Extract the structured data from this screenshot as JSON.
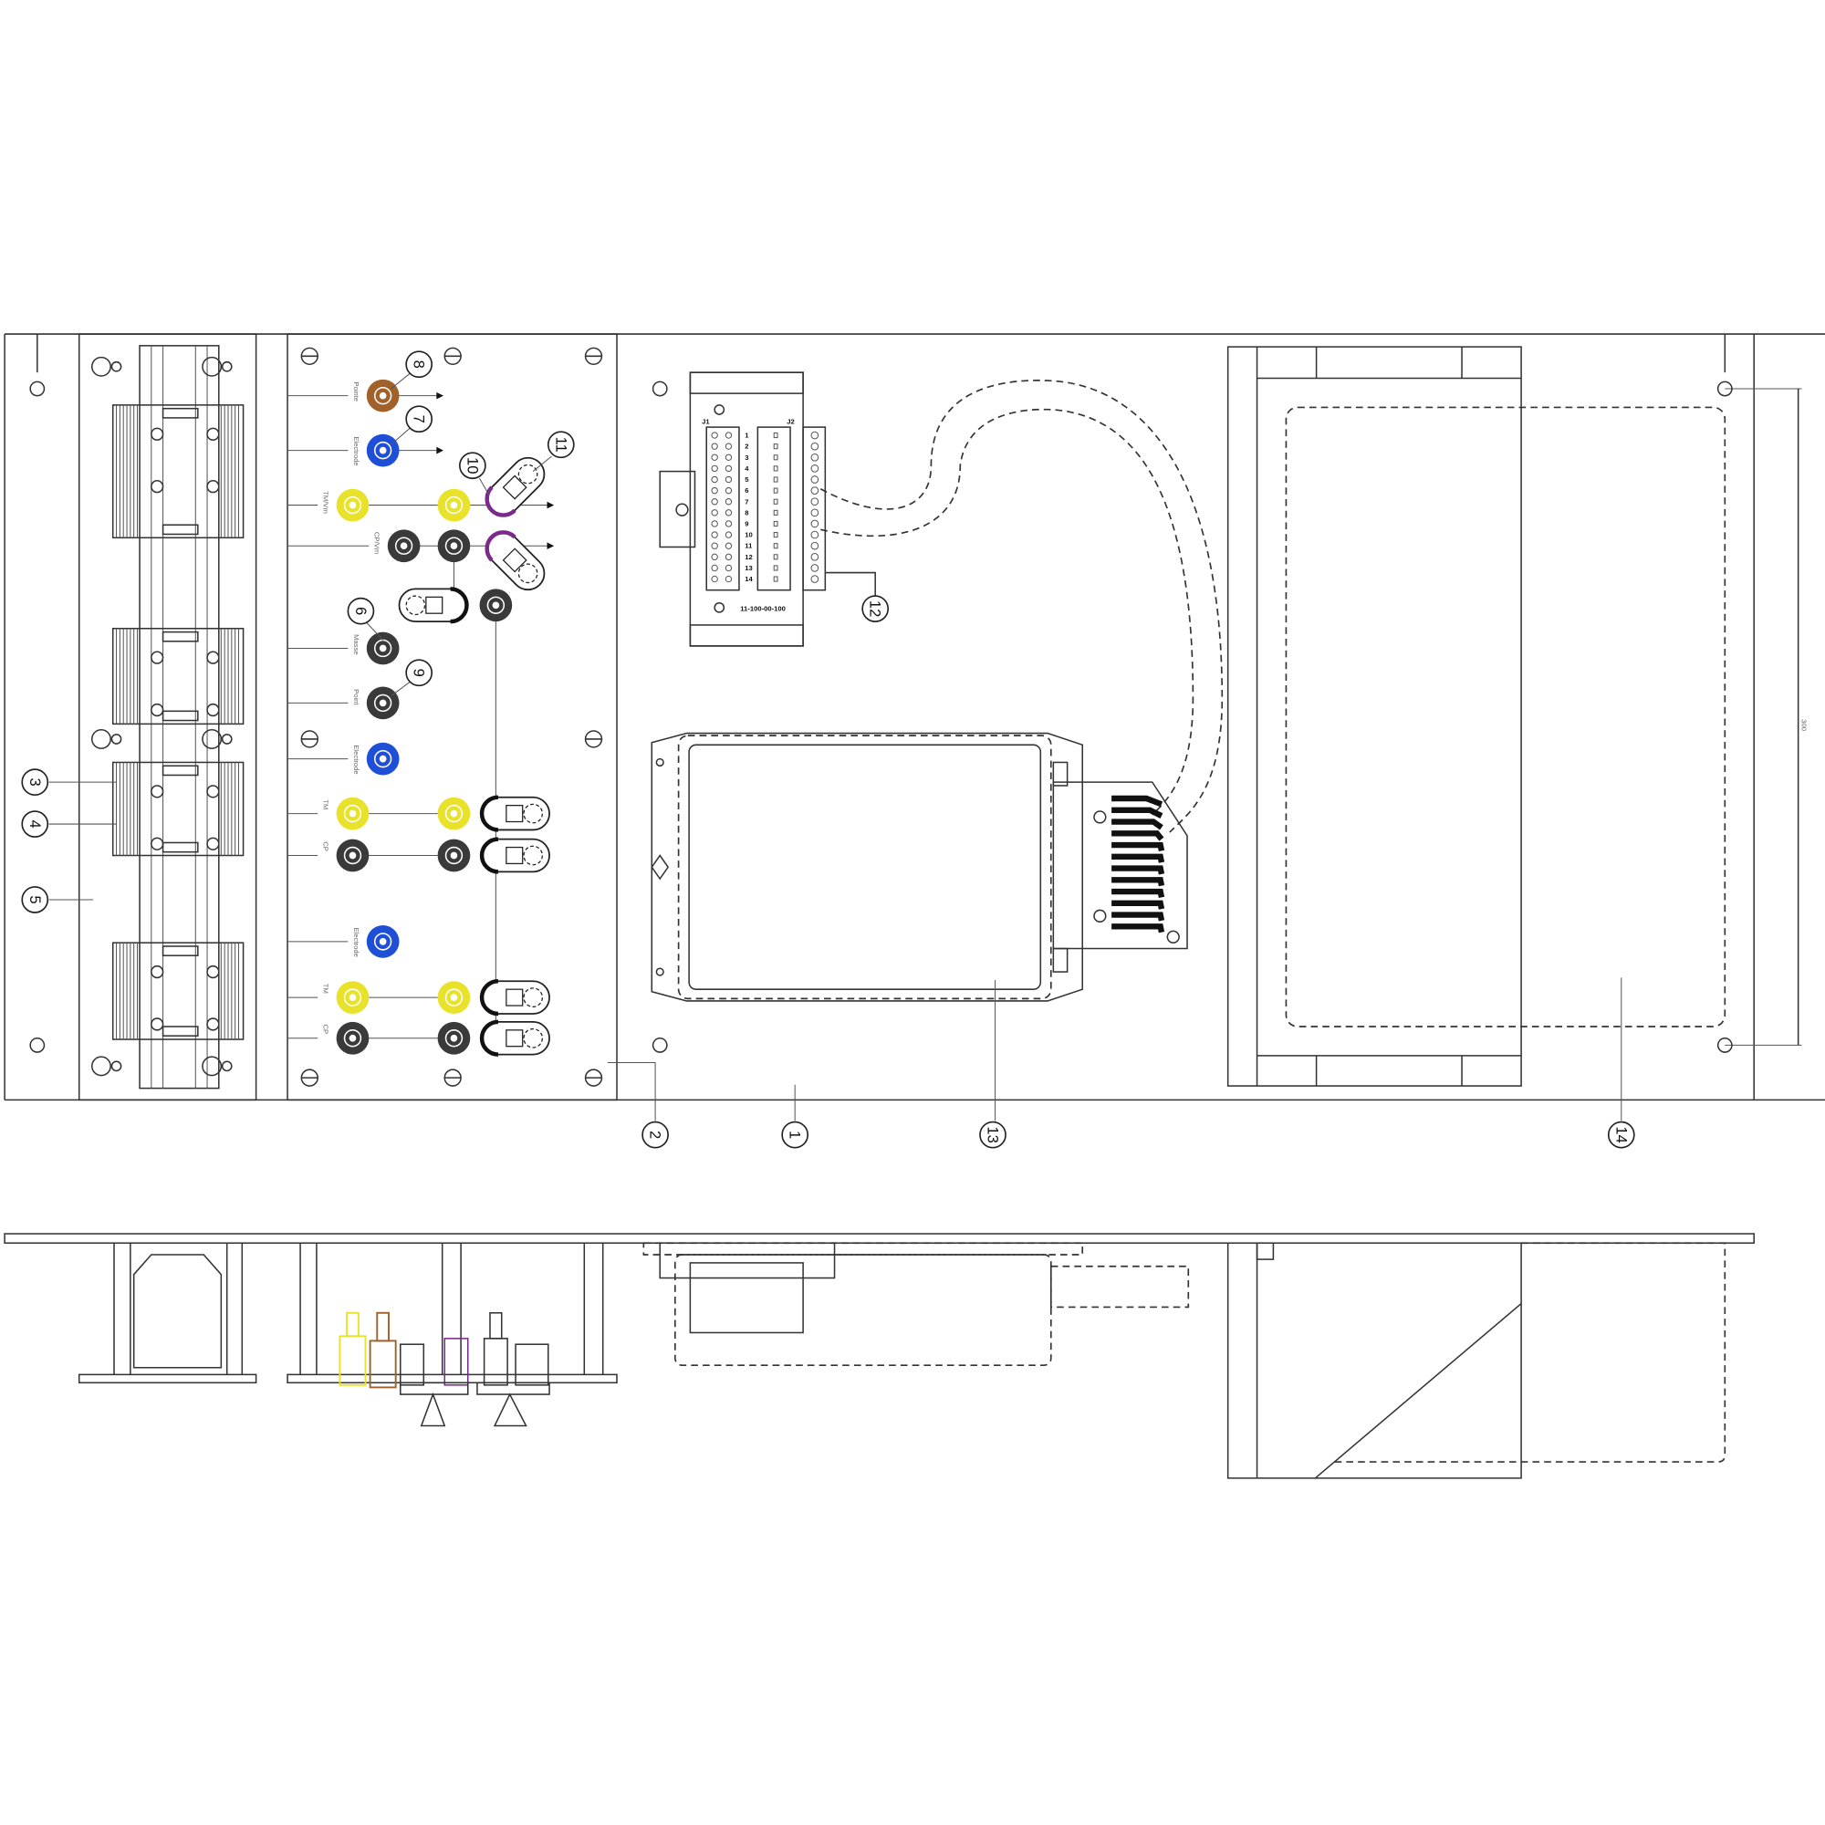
{
  "drawing": {
    "callouts": [
      "1",
      "2",
      "3",
      "4",
      "5",
      "6",
      "7",
      "8",
      "9",
      "10",
      "11",
      "12",
      "13",
      "14"
    ],
    "jack_labels": [
      "Pointe",
      "Electrode",
      "TM/Vm",
      "CP/Vm",
      "Masse",
      "Point",
      "Electrode",
      "TM",
      "CP",
      "Electrode",
      "TM",
      "CP"
    ],
    "dimension": "300",
    "module_part_number": "11-100-00-100",
    "module_connectors": [
      "J1",
      "J2"
    ],
    "terminal_numbers": [
      "1",
      "2",
      "3",
      "4",
      "5",
      "6",
      "7",
      "8",
      "9",
      "10",
      "11",
      "12",
      "13",
      "14"
    ],
    "colors": {
      "line": "#333333",
      "jack_brown": "#a0622a",
      "jack_blue": "#1f4fd6",
      "jack_yellow": "#e8e22a",
      "jack_black": "#3a3a3a",
      "jack_purple": "#7a2a8a"
    }
  }
}
